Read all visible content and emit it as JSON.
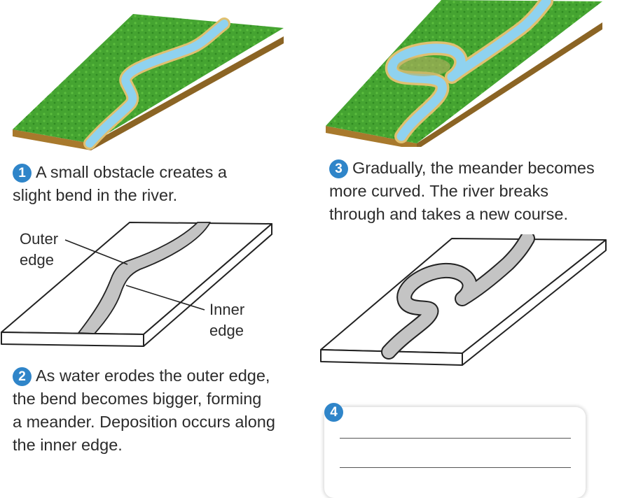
{
  "steps": [
    {
      "number": "1",
      "caption_lines": [
        "A small obstacle creates a",
        "slight bend in the river."
      ]
    },
    {
      "number": "2",
      "caption_lines": [
        "As water erodes the outer edge,",
        "the bend becomes bigger, forming",
        "a meander. Deposition occurs along",
        "the inner edge."
      ]
    },
    {
      "number": "3",
      "caption_lines": [
        "Gradually, the meander becomes",
        "more curved. The river breaks",
        "through and takes a new course."
      ]
    },
    {
      "number": "4",
      "caption_lines": []
    }
  ],
  "labels": {
    "outer_edge": [
      "Outer",
      "edge"
    ],
    "inner_edge": [
      "Inner",
      "edge"
    ]
  },
  "colors": {
    "badge": "#2f85c9",
    "grass": "#3f9e2c",
    "soil": "#a0752c",
    "water": "#8fd2ef",
    "sketch_river": "#c4c4c4"
  }
}
